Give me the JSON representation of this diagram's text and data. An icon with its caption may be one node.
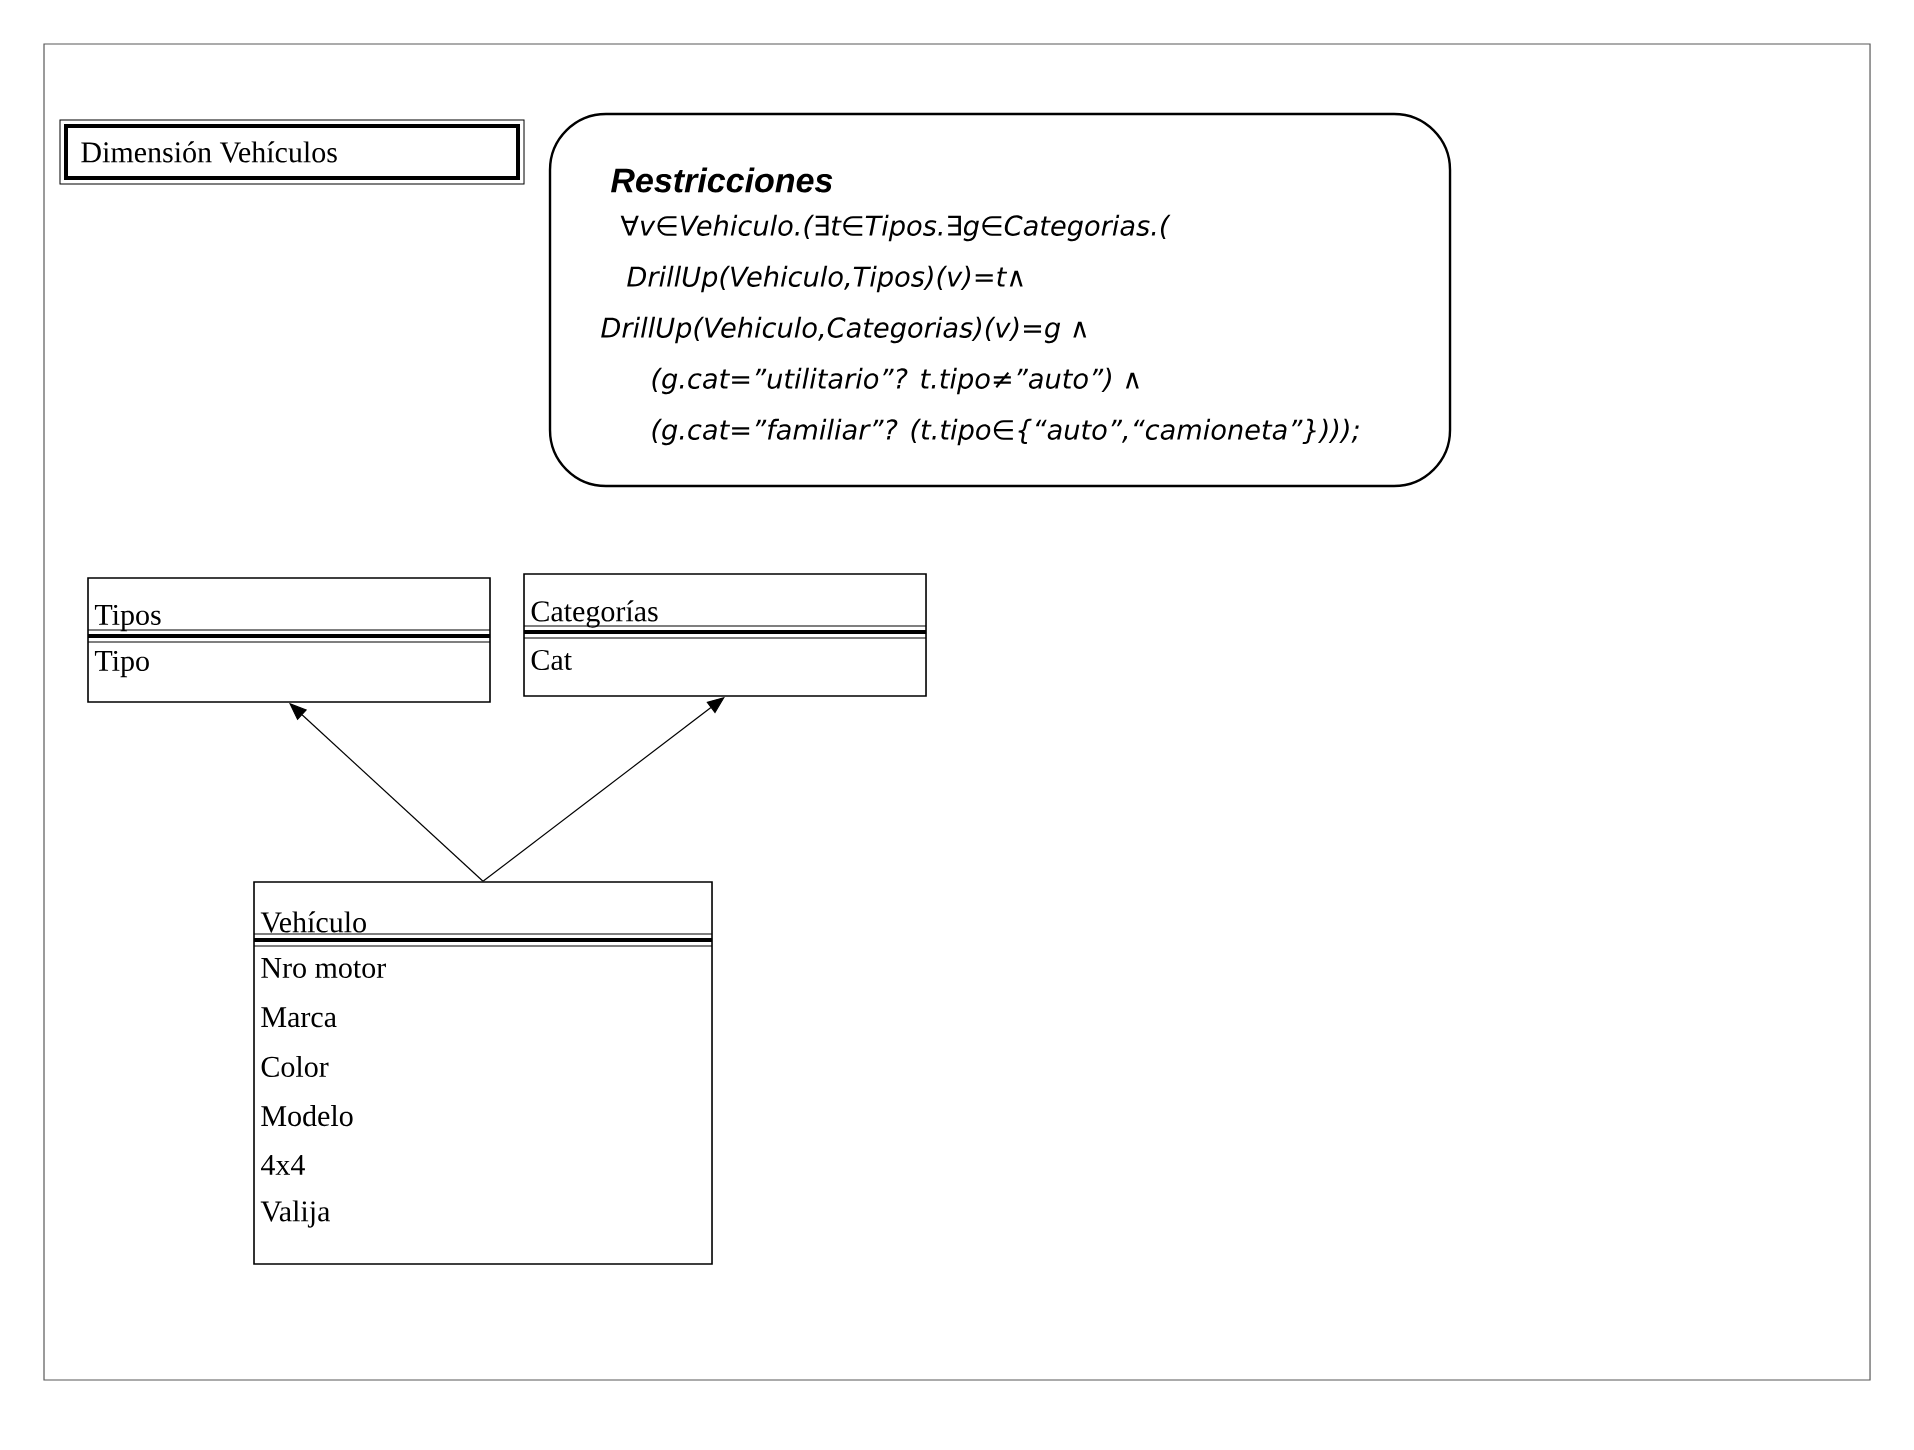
{
  "diagram": {
    "nodes": [
      {
        "text": [
          "Dimensión Vehículos"
        ]
      },
      {
        "text": [
          "Restricciones",
          "∀v∈Vehiculo.(∃t∈Tipos.∃g∈Categorias.(",
          "DrillUp(Vehiculo,Tipos)(v)=t∧",
          "DrillUp(Vehiculo,Categorias)(v)=g ∧",
          "(g.cat=”utilitario”? t.tipo≠”auto”) ∧",
          "(g.cat=”familiar”? (t.tipo∈{“auto”,“camioneta”})));"
        ]
      },
      {
        "text": [
          "Tipos",
          "Tipo"
        ]
      },
      {
        "text": [
          "Categorías",
          "Cat"
        ]
      },
      {
        "text": [
          "Vehículo",
          "Nro motor",
          "Marca",
          "Color",
          "Modelo",
          "4x4",
          "Valija"
        ]
      }
    ],
    "edges": [
      {
        "from": 4,
        "to": 2,
        "arrow": "to"
      },
      {
        "from": 4,
        "to": 3,
        "arrow": "to"
      }
    ]
  }
}
